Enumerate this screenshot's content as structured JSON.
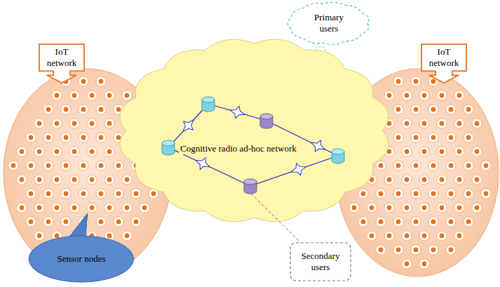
{
  "diagram": {
    "nodes": [
      {
        "text": [
          "Primary users"
        ]
      },
      {
        "text": [
          "IoT network"
        ]
      },
      {
        "text": [
          "IoT network"
        ]
      },
      {
        "text": [
          "Cognitive radio ad-hoc network"
        ]
      },
      {
        "text": [
          "Sensor nodes"
        ]
      },
      {
        "text": [
          "Secondary users"
        ]
      }
    ]
  }
}
